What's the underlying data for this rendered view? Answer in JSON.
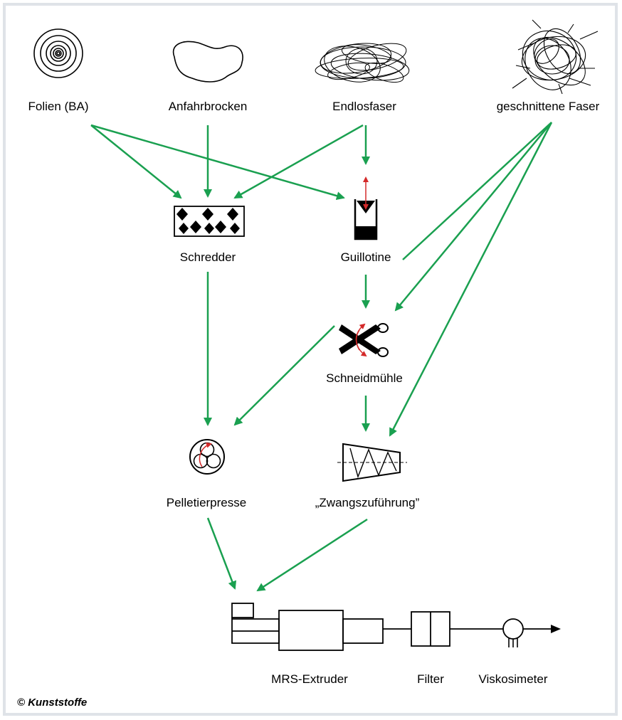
{
  "colors": {
    "arrow": "#1aa050",
    "motion": "#d42a2a",
    "frame": "#dfe3e8",
    "ink": "#000000"
  },
  "sources": {
    "folien": "Folien (BA)",
    "anfahrbrocken": "Anfahrbrocken",
    "endlosfaser": "Endlosfaser",
    "geschnittene_faser": "geschnittene Faser"
  },
  "machines": {
    "schredder": "Schredder",
    "guillotine": "Guillotine",
    "schneidmuehle": "Schneidmühle",
    "pelletierpresse": "Pelletierpresse",
    "zwangszufuehrung": "„Zwangszuführung”"
  },
  "line": {
    "extruder": "MRS-Extruder",
    "filter": "Filter",
    "viskosimeter": "Viskosimeter"
  },
  "icons": [
    "spiral-film-icon",
    "blob-icon",
    "fiber-tangle-icon",
    "cut-fiber-icon",
    "shredder-icon",
    "guillotine-icon",
    "scissors-icon",
    "pellet-press-icon",
    "force-feeder-icon",
    "extruder-icon",
    "filter-icon",
    "viscometer-icon"
  ],
  "copyright": "© Kunststoffe"
}
